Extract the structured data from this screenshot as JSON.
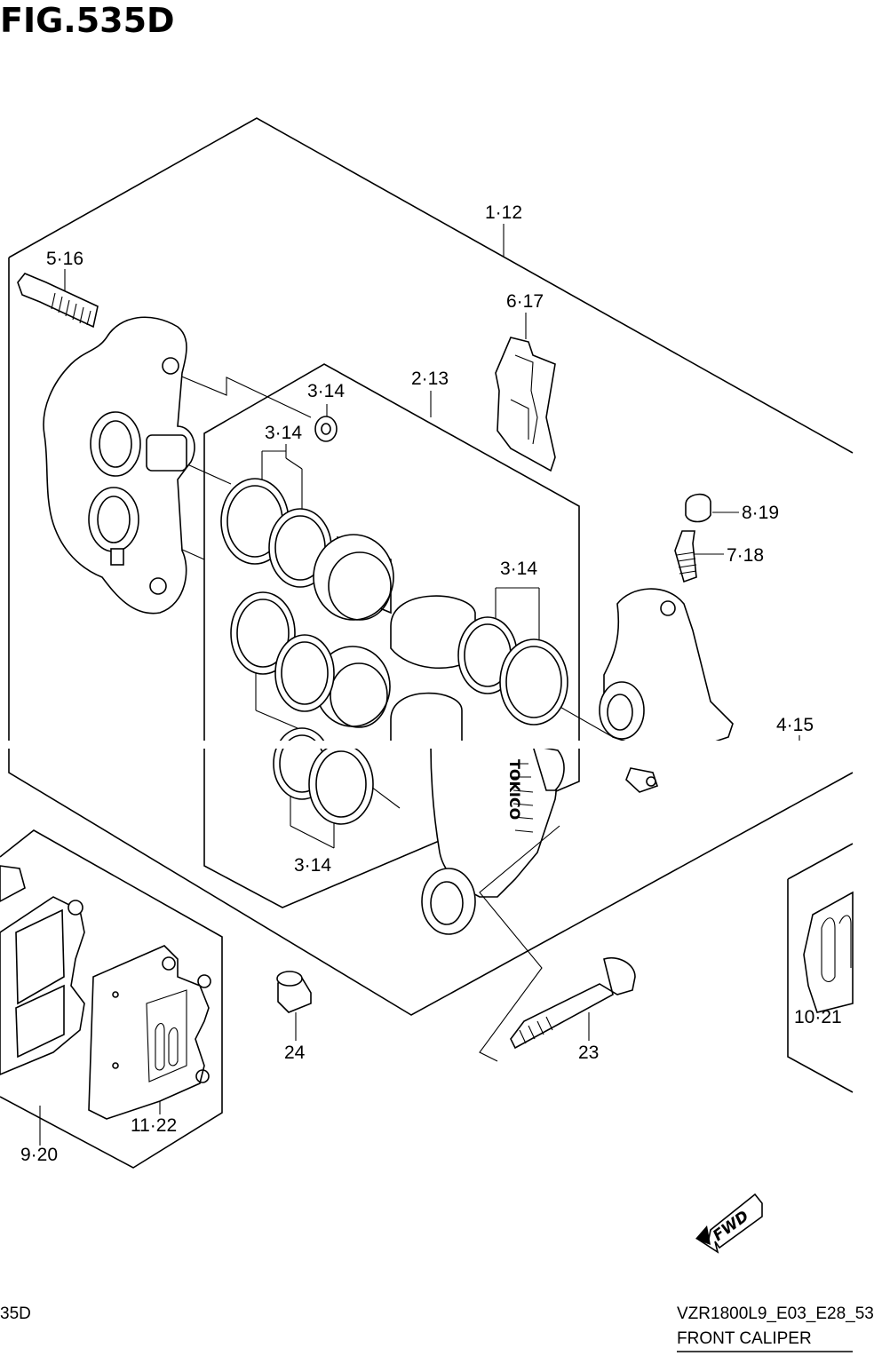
{
  "figure": {
    "title": "FIG.535D"
  },
  "callouts": [
    {
      "id": "1-12",
      "text": "1·12"
    },
    {
      "id": "5-16",
      "text": "5·16"
    },
    {
      "id": "6-17",
      "text": "6·17"
    },
    {
      "id": "3-14-a",
      "text": "3·14"
    },
    {
      "id": "2-13",
      "text": "2·13"
    },
    {
      "id": "3-14-b",
      "text": "3·14"
    },
    {
      "id": "8-19",
      "text": "8·19"
    },
    {
      "id": "7-18",
      "text": "7·18"
    },
    {
      "id": "3-14-c",
      "text": "3·14"
    },
    {
      "id": "4-15",
      "text": "4·15"
    },
    {
      "id": "3-14-d",
      "text": "3·14"
    },
    {
      "id": "10-21",
      "text": "10·21"
    },
    {
      "id": "24",
      "text": "24"
    },
    {
      "id": "23",
      "text": "23"
    },
    {
      "id": "11-22",
      "text": "11·22"
    },
    {
      "id": "9-20",
      "text": "9·20"
    }
  ],
  "caliper_brand": "TOKICO",
  "fwd_label": "FWD",
  "footer": {
    "left_code": "35D",
    "right_code": "VZR1800L9_E03_E28_53",
    "caption": "FRONT CALIPER"
  }
}
